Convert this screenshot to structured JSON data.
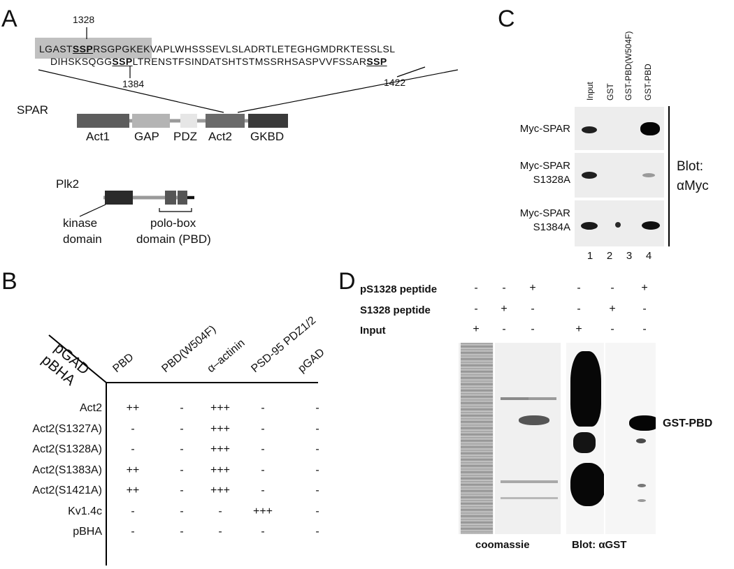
{
  "panels": {
    "a": "A",
    "b": "B",
    "c": "C",
    "d": "D"
  },
  "panel_a": {
    "seq_line1_pre": "LGAST",
    "seq_line1_ssp": "SSP",
    "seq_line1_post": "RSGPGKEKVAPLWHSSSEVLSLADRTLETEGHGMDRKTESSLSL",
    "seq_line2_pre": "DIHSKSQGG",
    "seq_line2_ssp1": "SSP",
    "seq_line2_mid": "LTRENSTFSINDATSHTSTMSSRHSASPVVFSSAR",
    "seq_line2_ssp2": "SSP",
    "site_1328": "1328",
    "site_1384": "1384",
    "site_1422": "1422",
    "spar_label": "SPAR",
    "domains": [
      "Act1",
      "GAP",
      "PDZ",
      "Act2",
      "GKBD"
    ],
    "plk2_label": "Plk2",
    "kinase_label_1": "kinase",
    "kinase_label_2": "domain",
    "pbd_label_1": "polo-box",
    "pbd_label_2": "domain (PBD)"
  },
  "panel_b": {
    "pgad": "pGAD",
    "pbha": "pBHA",
    "columns": [
      "PBD",
      "PBD(W504F)",
      "α–actinin",
      "PSD-95 PDZ1/2",
      "pGAD"
    ],
    "rows": [
      {
        "label": "Act2",
        "values": [
          "++",
          "-",
          "+++",
          "-",
          "-"
        ]
      },
      {
        "label": "Act2(S1327A)",
        "values": [
          "-",
          "-",
          "+++",
          "-",
          "-"
        ]
      },
      {
        "label": "Act2(S1328A)",
        "values": [
          "-",
          "-",
          "+++",
          "-",
          "-"
        ]
      },
      {
        "label": "Act2(S1383A)",
        "values": [
          "++",
          "-",
          "+++",
          "-",
          "-"
        ]
      },
      {
        "label": "Act2(S1421A)",
        "values": [
          "++",
          "-",
          "+++",
          "-",
          "-"
        ]
      },
      {
        "label": "Kv1.4c",
        "values": [
          "-",
          "-",
          "-",
          "+++",
          "-"
        ]
      },
      {
        "label": "pBHA",
        "values": [
          "-",
          "-",
          "-",
          "-",
          "-"
        ]
      }
    ]
  },
  "panel_c": {
    "lanes": [
      "Input",
      "GST",
      "GST-PBD(W504F)",
      "GST-PBD"
    ],
    "rows": [
      {
        "l1": "Myc-SPAR",
        "l2": ""
      },
      {
        "l1": "Myc-SPAR",
        "l2": "S1328A"
      },
      {
        "l1": "Myc-SPAR",
        "l2": "S1384A"
      }
    ],
    "lane_numbers": [
      "1",
      "2",
      "3",
      "4"
    ],
    "blot_1": "Blot:",
    "blot_2": "αMyc"
  },
  "panel_d": {
    "conditions": [
      {
        "label": "pS1328 peptide",
        "marks": [
          "-",
          "-",
          "+",
          "-",
          "-",
          "+"
        ]
      },
      {
        "label": "S1328 peptide",
        "marks": [
          "-",
          "+",
          "-",
          "-",
          "+",
          "-"
        ]
      },
      {
        "label": "Input",
        "marks": [
          "+",
          "-",
          "-",
          "+",
          "-",
          "-"
        ]
      }
    ],
    "gst_pbd": "GST-PBD",
    "coomassie": "coomassie",
    "blot": "Blot:  αGST"
  }
}
